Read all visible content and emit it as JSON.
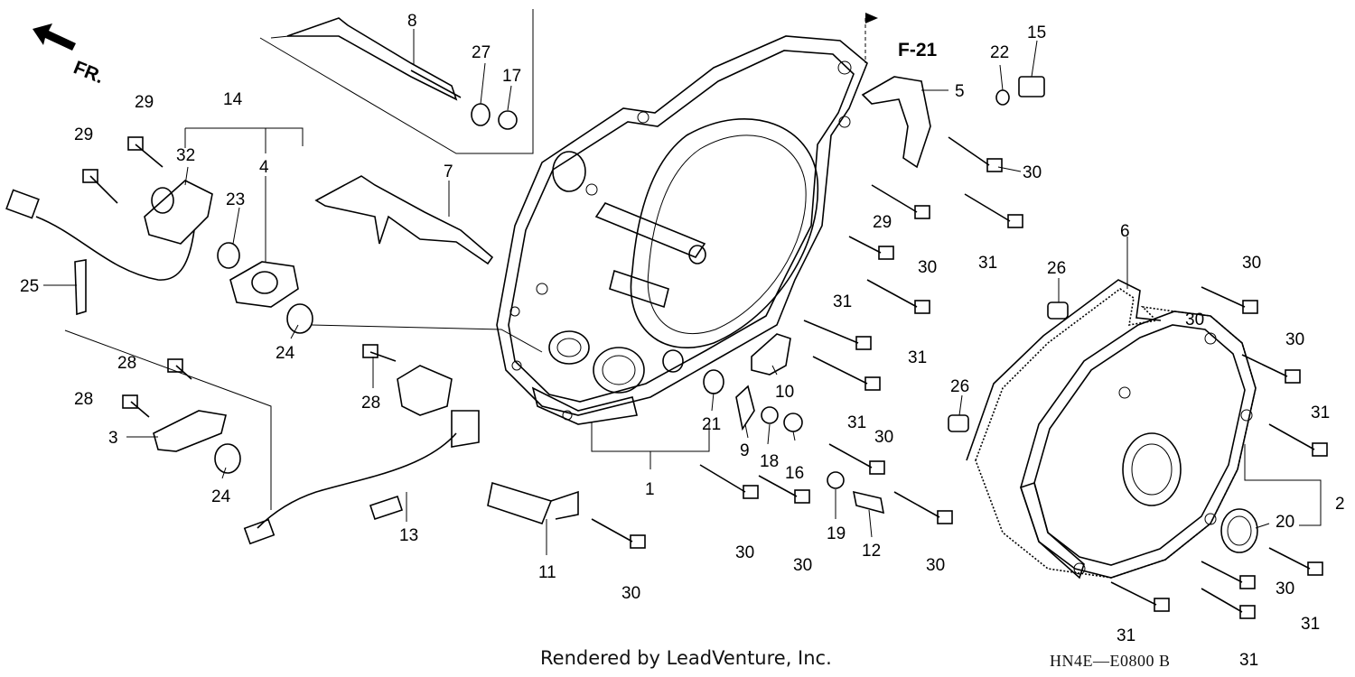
{
  "diagram": {
    "direction_label": "FR.",
    "section_ref": "F-21",
    "credit": "Rendered by LeadVenture, Inc.",
    "diagram_code": "HN4E—E0800 B",
    "callouts": {
      "p1": "1",
      "p2": "2",
      "p3": "3",
      "p4": "4",
      "p5": "5",
      "p6": "6",
      "p7": "7",
      "p8": "8",
      "p9": "9",
      "p10": "10",
      "p11": "11",
      "p12": "12",
      "p13": "13",
      "p14": "14",
      "p15": "15",
      "p16": "16",
      "p17": "17",
      "p18": "18",
      "p19": "19",
      "p20": "20",
      "p21": "21",
      "p22": "22",
      "p23": "23",
      "p24a": "24",
      "p24b": "24",
      "p25": "25",
      "p26a": "26",
      "p26b": "26",
      "p27": "27",
      "p28a": "28",
      "p28b": "28",
      "p28c": "28",
      "p29a": "29",
      "p29b": "29",
      "p29c": "29",
      "p30a": "30",
      "p30b": "30",
      "p30c": "30",
      "p30d": "30",
      "p30e": "30",
      "p30f": "30",
      "p30g": "30",
      "p30h": "30",
      "p30i": "30",
      "p30j": "30",
      "p30k": "30",
      "p31a": "31",
      "p31b": "31",
      "p31c": "31",
      "p31d": "31",
      "p31e": "31",
      "p31f": "31",
      "p31g": "31",
      "p31h": "31",
      "p32": "32"
    }
  }
}
